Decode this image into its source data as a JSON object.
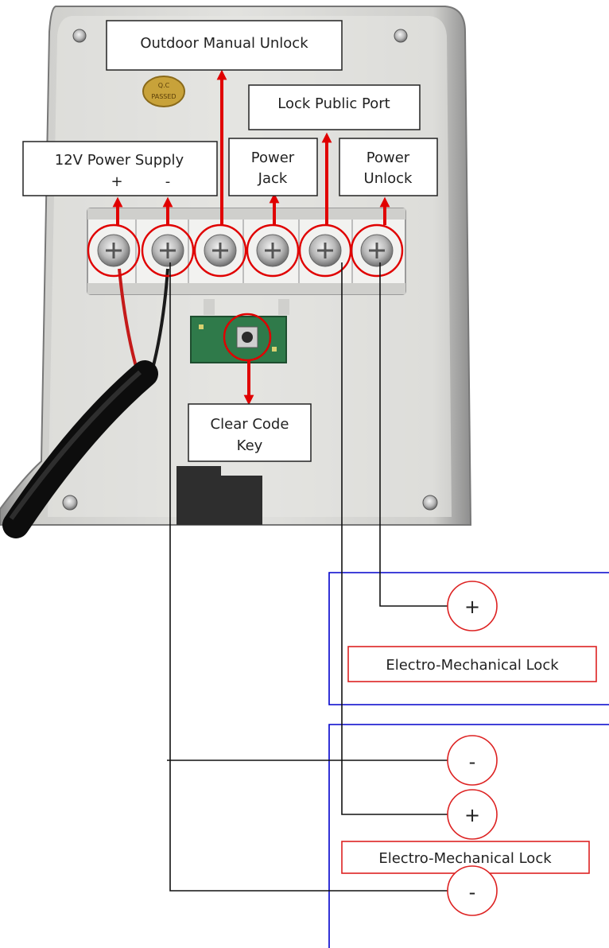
{
  "labels": {
    "outdoor_manual_unlock": "Outdoor Manual Unlock",
    "lock_public_port": "Lock Public Port",
    "power_supply_line1": "12V Power Supply",
    "power_supply_plus": "+",
    "power_supply_minus": "-",
    "power_jack_line1": "Power",
    "power_jack_line2": "Jack",
    "power_unlock_line1": "Power",
    "power_unlock_line2": "Unlock",
    "clear_code_line1": "Clear Code",
    "clear_code_line2": "Key"
  },
  "device": {
    "qc_seal_text_line1": "Q.C",
    "qc_seal_text_line2": "PASSED"
  },
  "lock1": {
    "name": "Electro-Mechanical Lock",
    "plus": "+",
    "minus": "-"
  },
  "lock2": {
    "name": "Electro-Mechanical Lock",
    "plus": "+",
    "minus": "-"
  },
  "colors": {
    "arrow": "#e00000",
    "highlight_circle": "#e00000",
    "lock_box_border": "#0000cc",
    "lock_label_border": "#dd2222",
    "wire": "#111111",
    "device_body": "#d9d9d6"
  }
}
